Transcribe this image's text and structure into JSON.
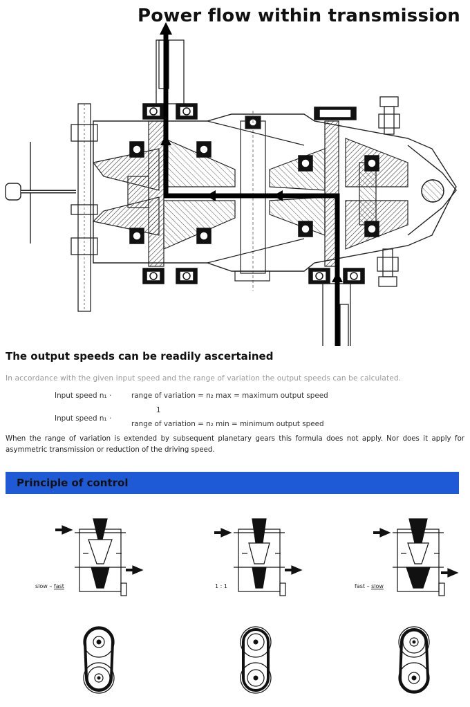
{
  "page": {
    "title": "Power flow within transmission"
  },
  "section_output": {
    "heading": "The output speeds can be readily ascertained",
    "intro": "In accordance with the given input speed and the range of variation the output speeds can be calculated.",
    "formula1": {
      "input_label": "Input speed n₁ ·",
      "result": "range of variation = n₂ max = maximum output speed"
    },
    "formula2": {
      "numerator": "1",
      "input_label": "Input speed n₁ ·",
      "result": "range of variation = n₂ min = minimum output speed"
    },
    "note": "When the range of variation is extended by subsequent planetary gears this formula does not apply. Nor does it apply for asymmetric transmission or reduction of the driving speed."
  },
  "section_control": {
    "heading": "Principle of control",
    "banner_color": "#1f5ad6",
    "positions": [
      {
        "label_a": "slow",
        "sep": " – ",
        "label_b": "fast",
        "underlined": "b"
      },
      {
        "label_a": "1 : 1",
        "sep": "",
        "label_b": "",
        "underlined": "none"
      },
      {
        "label_a": "fast",
        "sep": " – ",
        "label_b": "slow",
        "underlined": "b"
      }
    ]
  }
}
